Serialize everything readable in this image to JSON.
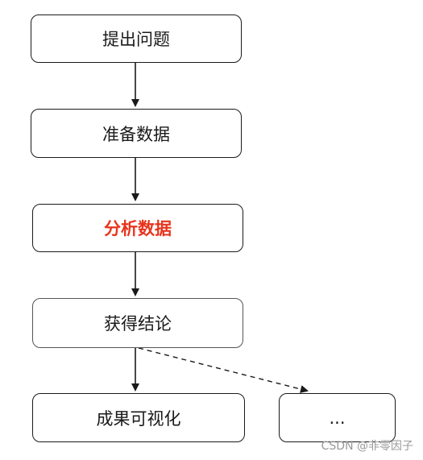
{
  "nodes": {
    "ask_question": {
      "label": "提出问题"
    },
    "prepare_data": {
      "label": "准备数据"
    },
    "analyze_data": {
      "label": "分析数据"
    },
    "draw_conclusion": {
      "label": "获得结论"
    },
    "visualize_results": {
      "label": "成果可视化"
    },
    "more": {
      "label": "..."
    }
  },
  "colors": {
    "highlight_text": "#e8341c",
    "stroke": "#1a1a1a"
  },
  "watermark": "CSDN @非零因子"
}
